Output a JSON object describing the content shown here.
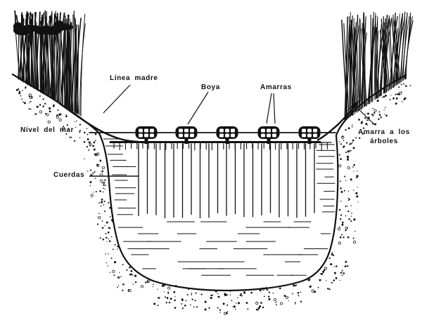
{
  "figure": {
    "type": "technical-illustration",
    "language": "es",
    "description": "Cross-section diagram of a long-line rope culture system anchored between two tree-lined banks of a water channel"
  },
  "labels": {
    "linea_madre": "Línea madre",
    "boya": "Boya",
    "amarras": "Amarras",
    "nivel_del_mar": "Nivel del mar",
    "cuerdas": "Cuerdas",
    "amarra_arboles_line1": "Amarra a los",
    "amarra_arboles_line2": "árboles"
  },
  "colors": {
    "ink": "#111111",
    "background": "#ffffff"
  },
  "diagram": {
    "buoy_count": 5,
    "rope_count": 21
  }
}
